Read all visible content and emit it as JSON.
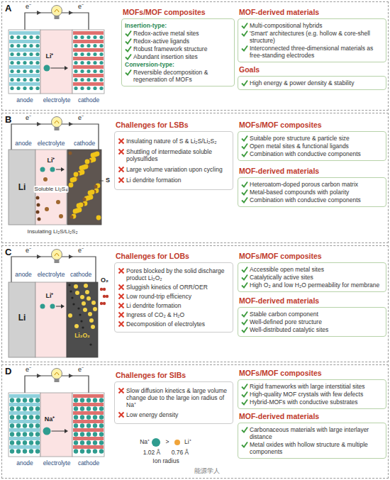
{
  "diagram": {
    "nodes": [
      {
        "text": [
          "A"
        ]
      },
      {
        "text": [
          "MOFs/MOF composites",
          "Insertion-type:",
          "Redox-active metal sites",
          "Redox-active ligands",
          "Robust framework structure",
          "Abundant insertion sites",
          "Conversion-type:",
          "Reversible decomposition & regeneration of MOFs"
        ],
        "in": 0
      },
      {
        "text": [
          "MOF-derived materials",
          "Multi-compositional hybrids",
          "'Smart' architectures (e.g. hollow & core-shell structure)",
          "Interconnected three-dimensional materials as free-standing electrodes"
        ],
        "in": 0
      },
      {
        "text": [
          "Goals",
          "High energy & power density & stability"
        ],
        "in": 0
      },
      {
        "text": [
          "B"
        ]
      },
      {
        "text": [
          "Challenges for LSBs",
          "Insulating nature of S & Li₂S/Li₂S₂",
          "Shuttling of intermediate soluble polysulfides",
          "Large volume variation upon cycling",
          "Li dendrite formation"
        ],
        "in": 4
      },
      {
        "text": [
          "MOFs/MOF composites",
          "Suitable pore structure & particle size",
          "Open metal sites & functional ligands",
          "Combination with conductive components"
        ],
        "in": 4
      },
      {
        "text": [
          "MOF-derived materials",
          "Heteroatom-doped porous carbon matrix",
          "Metal-based compounds with polarity",
          "Combination with conductive components"
        ],
        "in": 4
      },
      {
        "text": [
          "C"
        ]
      },
      {
        "text": [
          "Challenges for LOBs",
          "Pores blocked by the solid discharge product Li₂O₂",
          "Sluggish kinetics of ORR/OER",
          "Low round-trip efficiency",
          "Li dendrite formation",
          "Ingress of CO₂ & H₂O",
          "Decomposition of electrolytes"
        ],
        "in": 8
      },
      {
        "text": [
          "MOFs/MOF composites",
          "Accessible open metal sites",
          "Catalytically active sites",
          "High O₂ and low H₂O permeability for membrane"
        ],
        "in": 8
      },
      {
        "text": [
          "MOF-derived materials",
          "Stable carbon component",
          "Well-defined pore structure",
          "Well-distributed catalytic sites"
        ],
        "in": 8
      },
      {
        "text": [
          "D"
        ]
      },
      {
        "text": [
          "Challenges for SIBs",
          "Slow diffusion kinetics & large volume change due to the large ion radius of Na⁺",
          "Low energy density"
        ],
        "in": 12
      },
      {
        "text": [
          "MOFs/MOF composites",
          "Rigid frameworks with large interstitial sites",
          "High-quality MOF crystals with few defects",
          "Hybrid-MOFs with conductive substrates"
        ],
        "in": 12
      },
      {
        "text": [
          "MOF-derived materials",
          "Carbonaceous materials with large interlayer distance",
          "Metal oxides with hollow structure & multiple components"
        ],
        "in": 12
      }
    ],
    "labels": [
      "e⁻",
      "e⁻",
      "Li⁺",
      "anode",
      "electrolyte",
      "cathode",
      "e⁻",
      "e⁻",
      "anode",
      "electrolyte",
      "cathode",
      "Li⁺",
      "Li",
      "Soluble Li₂S₄",
      "S",
      "Insulating Li₂S/Li₂S₂",
      "e⁻",
      "e⁻",
      "anode",
      "electrolyte",
      "cathode",
      "Li",
      "Li⁺",
      "O₂",
      "Li₂O₂",
      "e⁻",
      "e⁻",
      "Na⁺",
      "anode",
      "electrolyte",
      "cathode",
      "Na⁺",
      ">",
      "Li⁺",
      "1.02 Å",
      "Ion radius",
      "0.76 Å",
      "能源学人"
    ]
  }
}
